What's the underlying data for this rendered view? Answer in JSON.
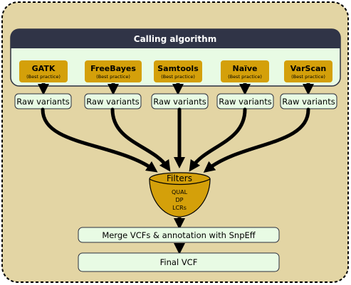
{
  "header": {
    "title": "Calling algorithm"
  },
  "callers": [
    {
      "name": "GATK",
      "note": "(Best practice)"
    },
    {
      "name": "FreeBayes",
      "note": "(Best practice)"
    },
    {
      "name": "Samtools",
      "note": "(Best practice)"
    },
    {
      "name": "Naïve",
      "note": "(Best practice)"
    },
    {
      "name": "VarScan",
      "note": "(Best practice)"
    }
  ],
  "raw_variants": [
    {
      "label": "Raw variants"
    },
    {
      "label": "Raw variants"
    },
    {
      "label": "Raw variants"
    },
    {
      "label": "Raw variants"
    },
    {
      "label": "Raw variants"
    }
  ],
  "filters": {
    "title": "Filters",
    "items": [
      "QUAL",
      "DP",
      "LCRs"
    ]
  },
  "merge": {
    "label": "Merge VCFs & annotation with SnpEff"
  },
  "final": {
    "label": "Final VCF"
  },
  "colors": {
    "background": "#e3d5a4",
    "header": "#303447",
    "caller_box": "#d4a00a",
    "light_box": "#e8fbe4",
    "arrow": "#000000"
  }
}
